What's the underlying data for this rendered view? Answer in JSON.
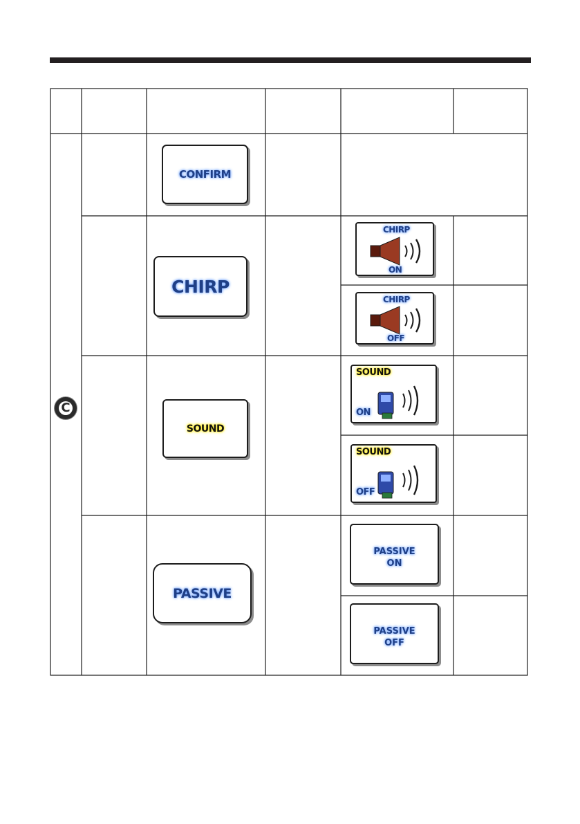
{
  "buttons": {
    "confirm": "CONFIRM",
    "chirp": "CHIRP",
    "sound": "SOUND",
    "passive": "PASSIVE"
  },
  "displays": {
    "chirp_on": {
      "top": "CHIRP",
      "bottom": "ON",
      "icon": "horn-speaker-icon"
    },
    "chirp_off": {
      "top": "CHIRP",
      "bottom": "OFF",
      "icon": "horn-speaker-icon"
    },
    "sound_on": {
      "top": "SOUND",
      "bottom": "ON",
      "icon": "remote-sound-icon"
    },
    "sound_off": {
      "top": "SOUND",
      "bottom": "OFF",
      "icon": "remote-sound-icon"
    },
    "passive_on": {
      "line1": "PASSIVE",
      "line2": "ON"
    },
    "passive_off": {
      "line1": "PASSIVE",
      "line2": "OFF"
    }
  },
  "symbol": "C",
  "colors": {
    "blue_text": "#1f3f86",
    "blue_glow": "#6fa0ff",
    "yellow_glow": "#ffef2a",
    "horn": "#8b2e1a"
  }
}
